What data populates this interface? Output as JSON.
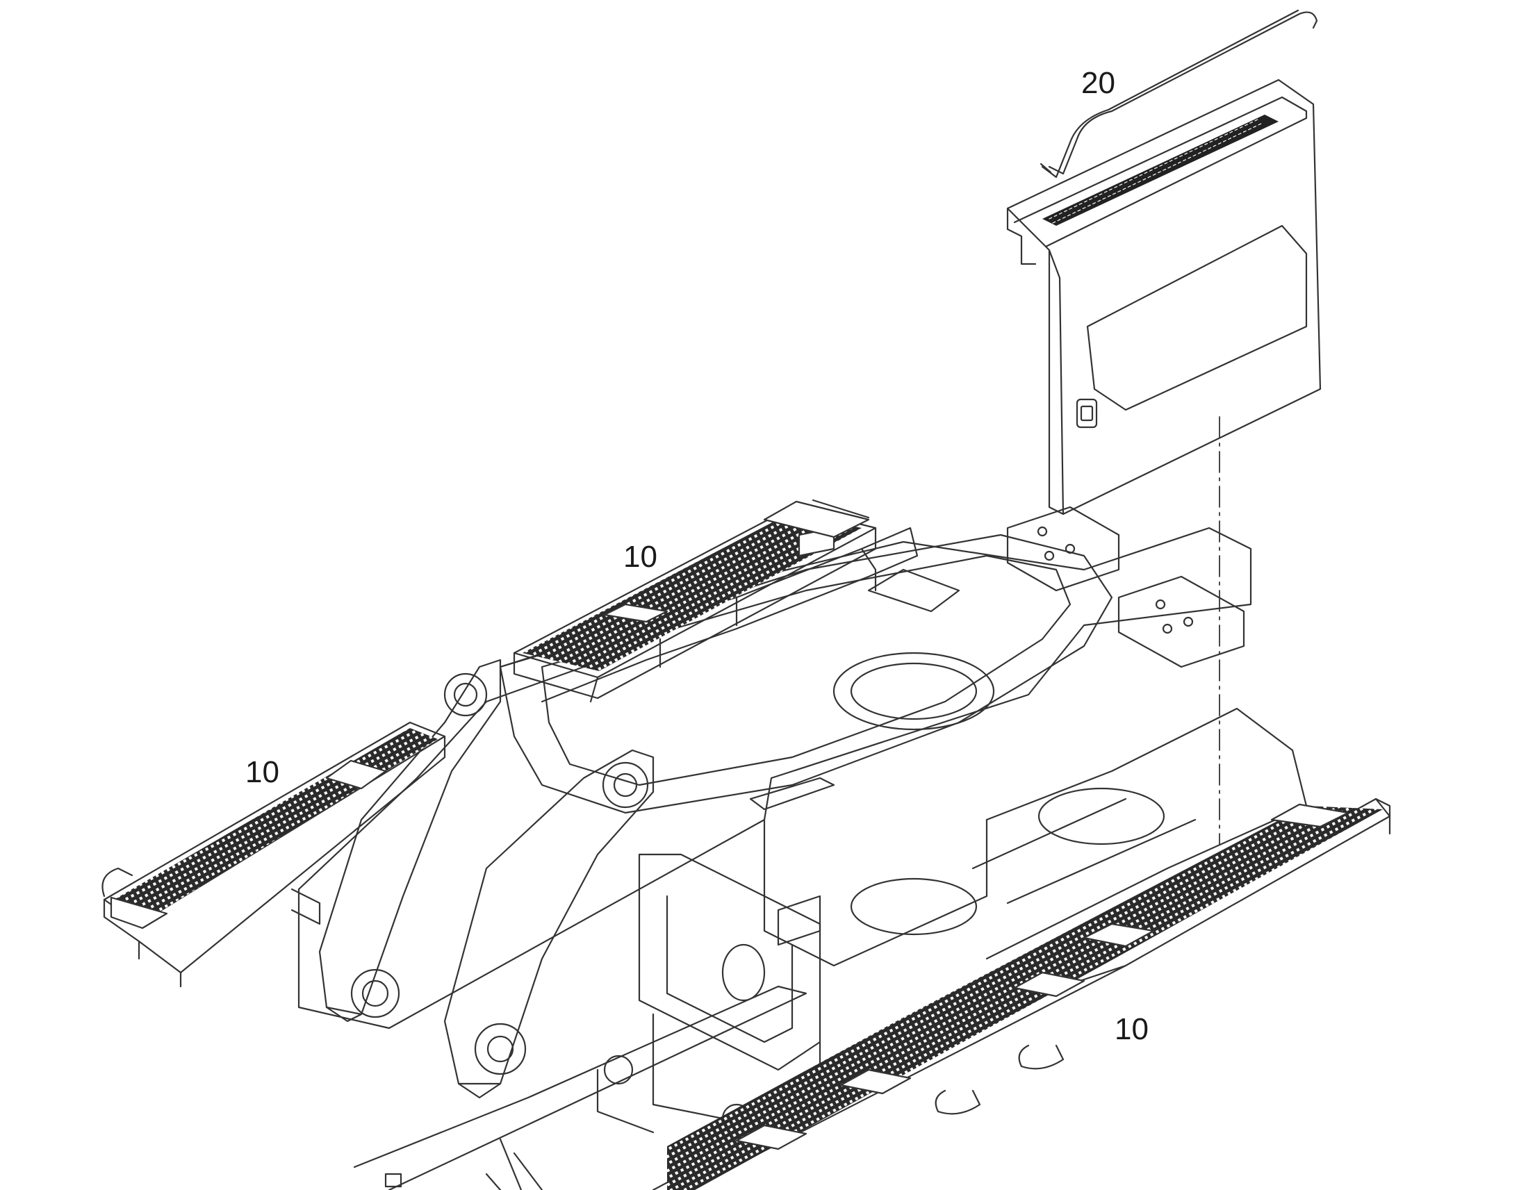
{
  "callouts": {
    "handrail": "20",
    "step_rear": "10",
    "step_left": "10",
    "step_front": "10"
  },
  "colors": {
    "line": "#333333",
    "grating": "#222222",
    "background": "#ffffff"
  }
}
